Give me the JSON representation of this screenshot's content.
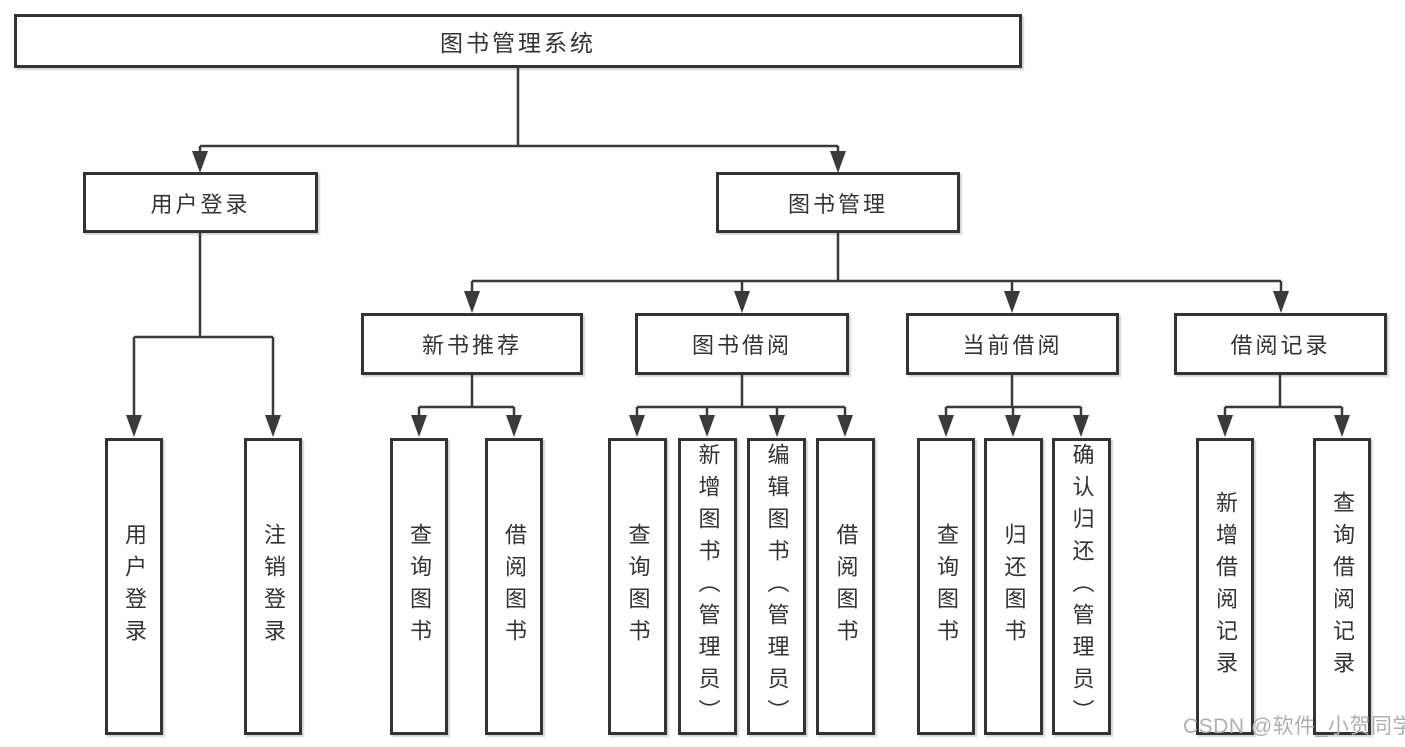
{
  "diagram": {
    "root": {
      "label": "图书管理系统",
      "children": [
        {
          "label": "用户登录",
          "children": [
            {
              "label": "用户登录"
            },
            {
              "label": "注销登录"
            }
          ]
        },
        {
          "label": "图书管理",
          "children": [
            {
              "label": "新书推荐",
              "children": [
                {
                  "label": "查询图书"
                },
                {
                  "label": "借阅图书"
                }
              ]
            },
            {
              "label": "图书借阅",
              "children": [
                {
                  "label": "查询图书"
                },
                {
                  "label": "新增图书（管理员）"
                },
                {
                  "label": "编辑图书（管理员）"
                },
                {
                  "label": "借阅图书"
                }
              ]
            },
            {
              "label": "当前借阅",
              "children": [
                {
                  "label": "查询图书"
                },
                {
                  "label": "归还图书"
                },
                {
                  "label": "确认归还（管理员）"
                }
              ]
            },
            {
              "label": "借阅记录",
              "children": [
                {
                  "label": "新增借阅记录"
                },
                {
                  "label": "查询借阅记录"
                }
              ]
            }
          ]
        }
      ]
    }
  },
  "watermark": {
    "text": "CSDN @软件_小贺同学"
  },
  "colors": {
    "line": "#3a3a3a",
    "border": "#333333",
    "text": "#333333",
    "watermark": "#b3aeae",
    "background": "#ffffff"
  }
}
